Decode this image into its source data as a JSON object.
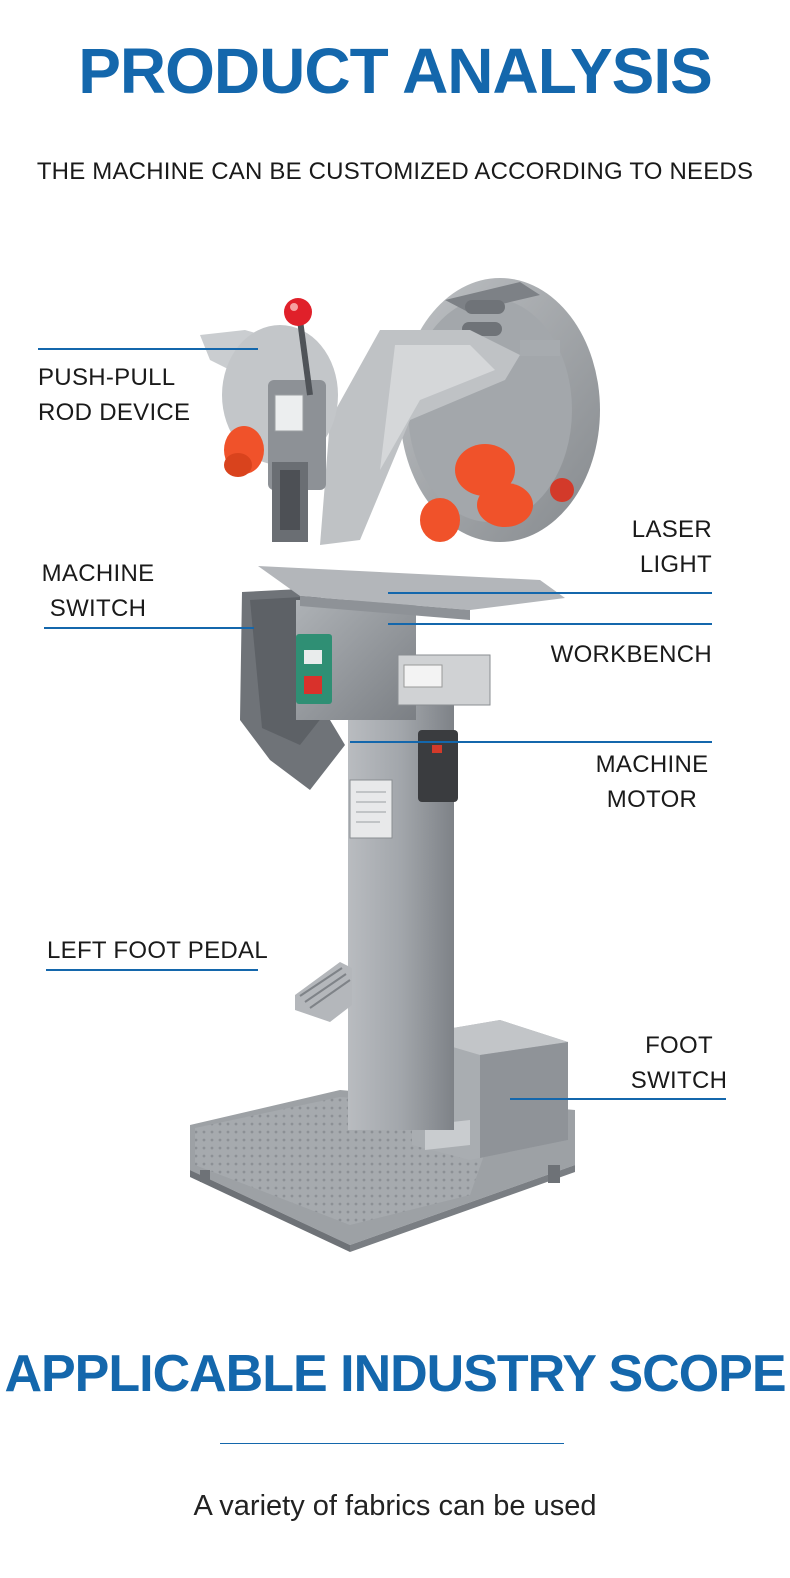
{
  "header": {
    "title": "PRODUCT ANALYSIS",
    "subtitle": "THE MACHINE CAN BE CUSTOMIZED ACCORDING TO NEEDS"
  },
  "callouts": {
    "push_pull": "PUSH-PULL\nROD DEVICE",
    "laser_light": "LASER\nLIGHT",
    "machine_switch": "MACHINE\nSWITCH",
    "workbench": "WORKBENCH",
    "machine_motor": "MACHINE\nMOTOR",
    "left_foot_pedal": "LEFT FOOT PEDAL",
    "foot_switch": "FOOT\nSWITCH"
  },
  "scope": {
    "title": "APPLICABLE INDUSTRY SCOPE",
    "text": "A variety of fabrics can be used"
  },
  "colors": {
    "accent": "#1467ac",
    "machine_gray": "#9a9ea3",
    "knob_orange": "#f0522a",
    "lever_red": "#e0202a",
    "switch_green": "#2f8f74"
  },
  "icons": {
    "product_photo": "industrial-press-machine-illustration"
  }
}
